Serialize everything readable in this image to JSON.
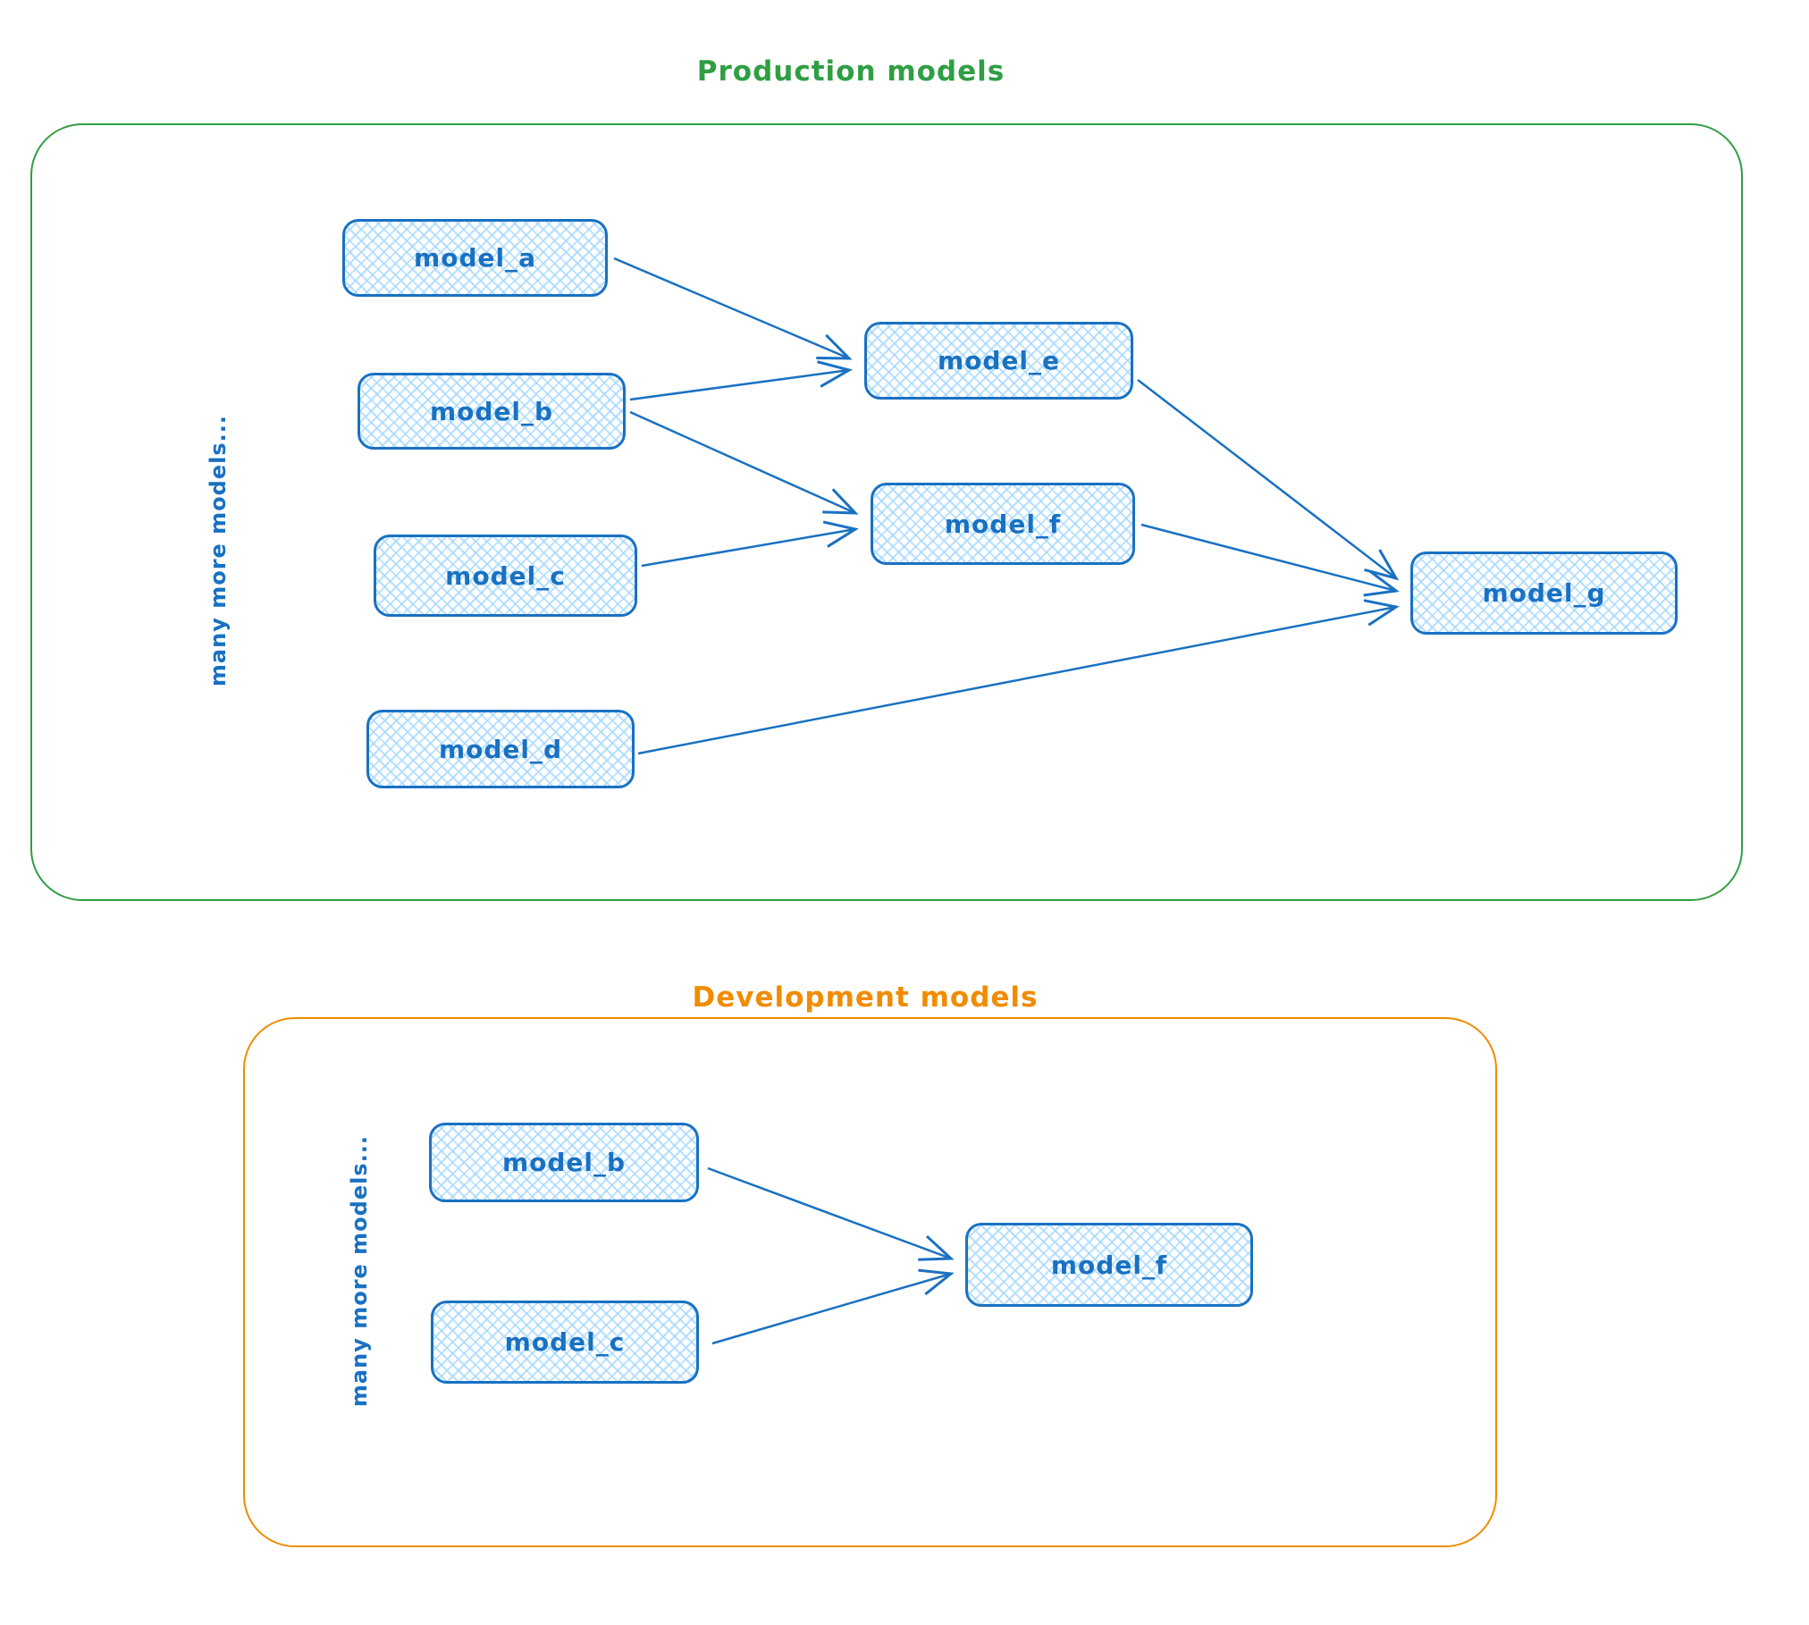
{
  "colors": {
    "node_stroke": "#1971c2",
    "node_fill": "#a5d8ff",
    "node_text": "#1971c2",
    "arrow": "#1971c2",
    "production_border": "#2f9e44",
    "production_title": "#2f9e44",
    "development_border": "#f08c00",
    "development_title": "#f08c00",
    "background": "#ffffff"
  },
  "production": {
    "title": "Production models",
    "side_label": "many more models...",
    "nodes": [
      {
        "id": "model_a",
        "label": "model_a"
      },
      {
        "id": "model_b",
        "label": "model_b"
      },
      {
        "id": "model_c",
        "label": "model_c"
      },
      {
        "id": "model_d",
        "label": "model_d"
      },
      {
        "id": "model_e",
        "label": "model_e"
      },
      {
        "id": "model_f",
        "label": "model_f"
      },
      {
        "id": "model_g",
        "label": "model_g"
      }
    ],
    "edges": [
      {
        "from": "model_a",
        "to": "model_e"
      },
      {
        "from": "model_b",
        "to": "model_e"
      },
      {
        "from": "model_b",
        "to": "model_f"
      },
      {
        "from": "model_c",
        "to": "model_f"
      },
      {
        "from": "model_e",
        "to": "model_g"
      },
      {
        "from": "model_f",
        "to": "model_g"
      },
      {
        "from": "model_d",
        "to": "model_g"
      }
    ]
  },
  "development": {
    "title": "Development models",
    "side_label": "many more models...",
    "nodes": [
      {
        "id": "model_b",
        "label": "model_b"
      },
      {
        "id": "model_c",
        "label": "model_c"
      },
      {
        "id": "model_f",
        "label": "model_f"
      }
    ],
    "edges": [
      {
        "from": "model_b",
        "to": "model_f"
      },
      {
        "from": "model_c",
        "to": "model_f"
      }
    ]
  }
}
